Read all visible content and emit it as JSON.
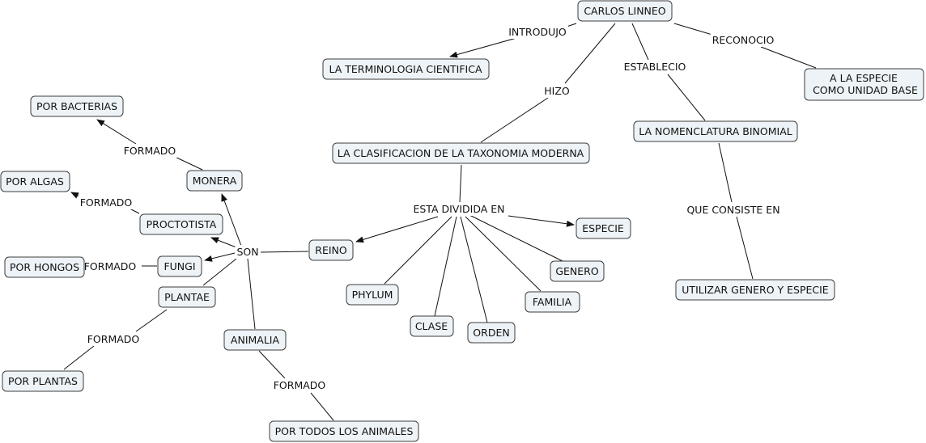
{
  "nodes": {
    "carlos_linneo": "CARLOS LINNEO",
    "terminologia": "LA TERMINOLOGIA CIENTIFICA",
    "especie_unidad_line1": "A LA ESPECIE",
    "especie_unidad_line2": "COMO UNIDAD BASE",
    "nomenclatura": "LA NOMENCLATURA BINOMIAL",
    "clasificacion": "LA CLASIFICACION DE LA TAXONOMIA MODERNA",
    "utilizar": "UTILIZAR GENERO Y ESPECIE",
    "reino": "REINO",
    "phylum": "PHYLUM",
    "clase": "CLASE",
    "orden": "ORDEN",
    "familia": "FAMILIA",
    "genero": "GENERO",
    "especie": "ESPECIE",
    "monera": "MONERA",
    "proctotista": "PROCTOTISTA",
    "fungi": "FUNGI",
    "plantae": "PLANTAE",
    "animalia": "ANIMALIA",
    "por_bacterias": "POR BACTERIAS",
    "por_algas": "POR ALGAS",
    "por_hongos": "POR HONGOS",
    "por_plantas": "POR PLANTAS",
    "por_animales": "POR TODOS LOS ANIMALES"
  },
  "links": {
    "introdujo": "INTRODUJO",
    "reconocio": "RECONOCIO",
    "establecio": "ESTABLECIO",
    "hizo": "HIZO",
    "que_consiste": "QUE CONSISTE EN",
    "esta_dividida": "ESTA DIVIDIDA EN",
    "son": "SON",
    "formado_bacterias": "FORMADO",
    "formado_algas": "FORMADO",
    "formado_hongos": "FORMADO",
    "formado_plantas": "FORMADO",
    "formado_animales": "FORMADO"
  }
}
